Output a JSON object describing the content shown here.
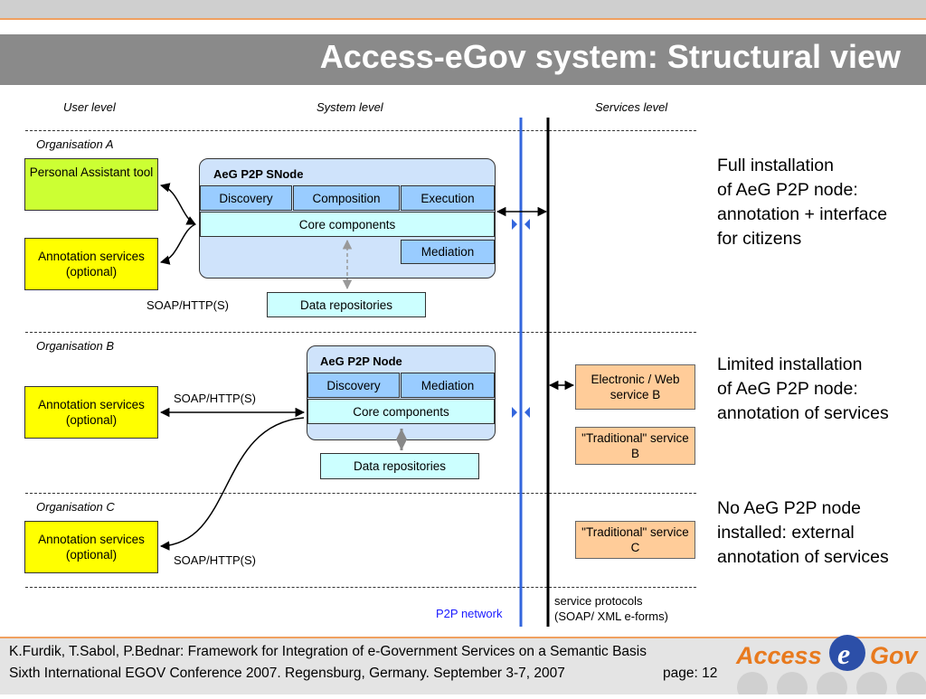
{
  "title": "Access-eGov system: Structural view",
  "levels": {
    "user": "User level",
    "system": "System level",
    "services": "Services level"
  },
  "orgs": {
    "a": "Organisation A",
    "b": "Organisation B",
    "c": "Organisation C"
  },
  "org_a": {
    "pa_tool": "Personal Assistant tool",
    "annotation": "Annotation services (optional)",
    "node_title": "AeG P2P SNode",
    "discovery": "Discovery",
    "composition": "Composition",
    "execution": "Execution",
    "core": "Core components",
    "mediation": "Mediation",
    "repos": "Data repositories",
    "soap": "SOAP/HTTP(S)"
  },
  "org_b": {
    "annotation": "Annotation services (optional)",
    "soap": "SOAP/HTTP(S)",
    "node_title": "AeG P2P Node",
    "discovery": "Discovery",
    "mediation": "Mediation",
    "core": "Core components",
    "repos": "Data repositories",
    "web_service": "Electronic / Web service B",
    "trad_service": "\"Traditional\" service B"
  },
  "org_c": {
    "annotation": "Annotation services (optional)",
    "soap": "SOAP/HTTP(S)",
    "trad_service": "\"Traditional\" service C"
  },
  "side_notes": {
    "a": [
      "Full installation",
      "of AeG P2P node:",
      "annotation + interface",
      "for citizens"
    ],
    "b": [
      "Limited installation",
      "of AeG P2P node:",
      "annotation of services"
    ],
    "c": [
      "No AeG P2P node",
      "installed: external",
      "annotation of services"
    ]
  },
  "bottom": {
    "p2p": "P2P network",
    "protocols_1": "service protocols",
    "protocols_2": "(SOAP/ XML e-forms)"
  },
  "footer": {
    "line1": "K.Furdik, T.Sabol, P.Bednar: Framework for Integration of e-Government Services on a Semantic Basis",
    "line2": "Sixth International EGOV Conference 2007. Regensburg, Germany. September 3-7, 2007",
    "page": "page: 12"
  },
  "logo": {
    "access": "Access",
    "e": "e",
    "gov": "Gov"
  },
  "colors": {
    "title_bar": "#8a8a8a",
    "p2p_line": "#3366dd",
    "p2p_text": "#1a1aff",
    "green_box": "#ccff33",
    "yellow_box": "#ffff00",
    "node_bg": "#cfe3fb",
    "component": "#99ccff",
    "core": "#ccffff",
    "service_box": "#ffcc99",
    "logo_orange": "#e87a1e"
  }
}
